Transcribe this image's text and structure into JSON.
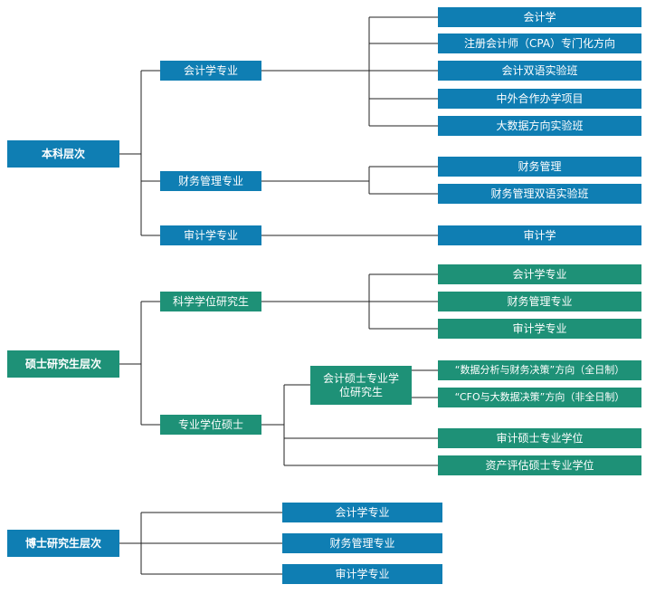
{
  "colors": {
    "undergrad": "#0f7eb3",
    "graduate": "#1e9177",
    "line": "#222222"
  },
  "undergraduate": {
    "level": "本科层次",
    "majors": [
      {
        "name": "会计学专业",
        "directions": [
          "会计学",
          "注册会计师（CPA）专门化方向",
          "会计双语实验班",
          "中外合作办学项目",
          "大数据方向实验班"
        ]
      },
      {
        "name": "财务管理专业",
        "directions": [
          "财务管理",
          "财务管理双语实验班"
        ]
      },
      {
        "name": "审计学专业",
        "directions": [
          "审计学"
        ]
      }
    ]
  },
  "master": {
    "level": "硕士研究生层次",
    "academic": {
      "name": "科学学位研究生",
      "majors": [
        "会计学专业",
        "财务管理专业",
        "审计学专业"
      ]
    },
    "professional": {
      "name": "专业学位硕士",
      "mpacc": {
        "name": "会计硕士专业学位研究生",
        "directions": [
          "“数据分析与财务决策”方向（全日制）",
          "“CFO与大数据决策”方向（非全日制）"
        ]
      },
      "others": [
        "审计硕士专业学位",
        "资产评估硕士专业学位"
      ]
    }
  },
  "doctoral": {
    "level": "博士研究生层次",
    "majors": [
      "会计学专业",
      "财务管理专业",
      "审计学专业"
    ]
  }
}
